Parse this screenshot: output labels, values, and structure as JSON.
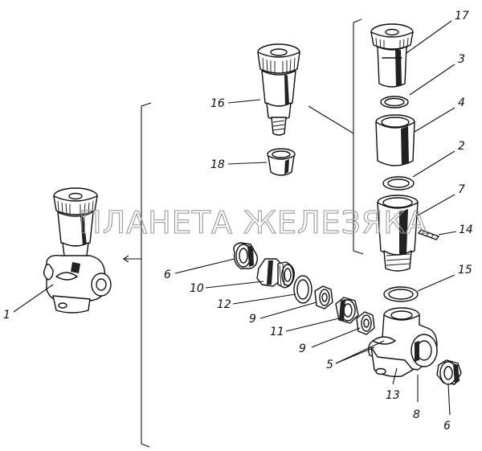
{
  "labels": {
    "l1": "1",
    "l2": "2",
    "l3": "3",
    "l4": "4",
    "l5": "5",
    "l6a": "6",
    "l6b": "6",
    "l7": "7",
    "l8": "8",
    "l9a": "9",
    "l9b": "9",
    "l10": "10",
    "l11": "11",
    "l12": "12",
    "l13": "13",
    "l14": "14",
    "l15": "15",
    "l16": "16",
    "l17": "17",
    "l18": "18"
  },
  "watermark": "ПЛАНЕТА ЖЕЛЕЗЯКА"
}
